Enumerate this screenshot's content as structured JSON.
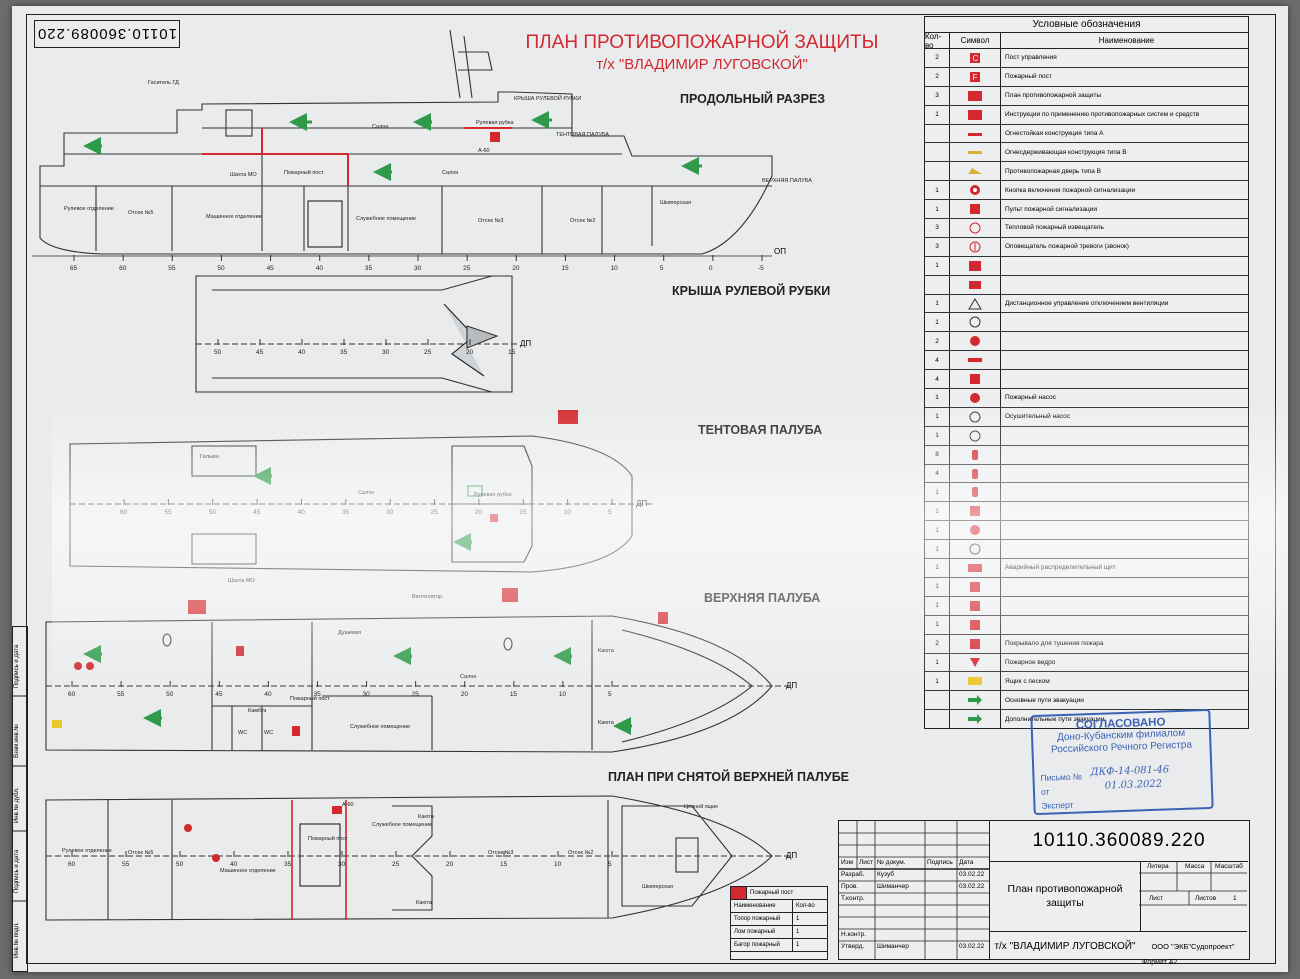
{
  "sheet": {
    "top_code": "10110.360089.220",
    "title_line1": "ПЛАН ПРОТИВОПОЖАРНОЙ ЗАЩИТЫ",
    "title_line2": "т/х \"ВЛАДИМИР ЛУГОВСКОЙ\"",
    "colors": {
      "accent_red": "#d2282e",
      "stamp_blue": "#3b63b4",
      "line": "#222222",
      "arrow_green": "#2f9a4a"
    }
  },
  "views": {
    "longitudinal": "ПРОДОЛЬНЫЙ РАЗРЕЗ",
    "wheelhouse_roof": "КРЫША РУЛЕВОЙ РУБКИ",
    "awning_deck": "ТЕНТОВАЯ ПАЛУБА",
    "upper_deck": "ВЕРХНЯЯ ПАЛУБА",
    "lower_plan": "ПЛАН ПРИ СНЯТОЙ ВЕРХНЕЙ ПАЛУБЕ"
  },
  "drawing_labels": {
    "dp": "ДП",
    "op": "ОП",
    "frames_long": [
      "65",
      "60",
      "55",
      "50",
      "45",
      "40",
      "35",
      "30",
      "25",
      "20",
      "15",
      "10",
      "5",
      "0",
      "-5"
    ],
    "frames_roof": [
      "50",
      "45",
      "40",
      "35",
      "30",
      "25",
      "20",
      "15"
    ],
    "frames_awning": [
      "60",
      "55",
      "50",
      "45",
      "40",
      "35",
      "30",
      "25",
      "20",
      "15",
      "10",
      "5"
    ],
    "frames_upper": [
      "60",
      "55",
      "50",
      "45",
      "40",
      "35",
      "30",
      "25",
      "20",
      "15",
      "10",
      "5"
    ],
    "frames_lower": [
      "60",
      "55",
      "50",
      "40",
      "35",
      "30",
      "25",
      "20",
      "15",
      "10",
      "5"
    ],
    "longitudinal_labels": {
      "steering_compartment": "Рулевое отделение",
      "compartment_1": "Отсек №5",
      "engine_room": "Машинное отделение",
      "shaft": "Шахта МО",
      "fire_station_room": "Пожарный пост",
      "salon": "Салон",
      "wheelhouse": "Рулевая рубка",
      "awning_deck": "ТЕНТОВАЯ ПАЛУБА",
      "wheelhouse_roof": "КРЫША РУЛЕВОЙ РУБКИ",
      "upper_deck": "ВЕРХНЯЯ ПАЛУБА",
      "service_room": "Служебное помещение",
      "compartment_2": "Отсек №3",
      "compartment_3": "Отсек №2",
      "chain_box": "Шкиперская",
      "bulkhead": "A-60",
      "fire_extinguisher": "Гаситель ГД"
    },
    "awning_labels": {
      "salon": "Салон",
      "wheelhouse": "Рулевая рубка",
      "shaft": "Шахта МО",
      "toilet": "Гальюн"
    },
    "upper_labels": {
      "salon": "Салон",
      "cabin": "Каюта",
      "wc": "WC",
      "shower": "Душевая",
      "galley": "Камбуз",
      "fire_station": "Пожарный пост",
      "service_room": "Служебное помещение",
      "ventilation": "Вентилятор"
    },
    "lower_labels": {
      "steering": "Рулевое отделение",
      "compartment_5": "Отсек №5",
      "engine_room": "Машинное отделение",
      "fire_station": "Пожарный пост",
      "service": "Служебное помещение",
      "compartment_3": "Отсек №3",
      "compartment_2": "Отсек №2",
      "cabin": "Каюта",
      "chain_box": "Цепной ящик",
      "skipper": "Шкиперская",
      "bulkhead": "A-60"
    }
  },
  "legend": {
    "title": "Условные обозначения",
    "col_qty": "Кол-во",
    "col_symbol": "Символ",
    "col_name": "Наименование",
    "rows": [
      {
        "qty": "2",
        "name": "Пост управления",
        "icon": "control-post-icon"
      },
      {
        "qty": "2",
        "name": "Пожарный пост",
        "icon": "fire-post-icon"
      },
      {
        "qty": "3",
        "name": "План противопожарной защиты",
        "icon": "fire-plan-icon"
      },
      {
        "qty": "1",
        "name": "Инструкции по применению противопожарных систем и средств",
        "icon": "instructions-icon"
      },
      {
        "qty": "",
        "name": "Огнестойкая конструкция типа А",
        "icon": "fire-resistant-a-icon"
      },
      {
        "qty": "",
        "name": "Огнесдерживающая конструкция типа В",
        "icon": "fire-retardant-b-icon"
      },
      {
        "qty": "",
        "name": "Противопожарная дверь типа В",
        "icon": "fire-door-b-icon"
      },
      {
        "qty": "1",
        "name": "Кнопка включения пожарной сигнализации",
        "icon": "alarm-button-icon"
      },
      {
        "qty": "1",
        "name": "Пульт пожарной сигнализации",
        "icon": "alarm-panel-icon"
      },
      {
        "qty": "3",
        "name": "Тепловой пожарный извещатель",
        "icon": "heat-detector-icon"
      },
      {
        "qty": "3",
        "name": "Оповещатель пожарной тревоги (звонок)",
        "icon": "fire-bell-icon"
      },
      {
        "qty": "1",
        "name": "",
        "icon": "remote-control-icon"
      },
      {
        "qty": "",
        "name": "",
        "icon": "vent-closure-icon"
      },
      {
        "qty": "1",
        "name": "Дистанционное управление отключением вентиляции",
        "icon": "vent-off-icon"
      },
      {
        "qty": "1",
        "name": "",
        "icon": "electric-fan-icon"
      },
      {
        "qty": "2",
        "name": "",
        "icon": "fire-damper-icon"
      },
      {
        "qty": "4",
        "name": "",
        "icon": "fire-pipe-icon"
      },
      {
        "qty": "4",
        "name": "",
        "icon": "hose-box-icon"
      },
      {
        "qty": "1",
        "name": "Пожарный насос",
        "icon": "fire-pump-icon"
      },
      {
        "qty": "1",
        "name": "Осушительный насос",
        "icon": "bilge-pump-icon"
      },
      {
        "qty": "1",
        "name": "",
        "icon": "emergency-bilge-pump-icon"
      },
      {
        "qty": "8",
        "name": "",
        "icon": "powder-extinguisher-icon"
      },
      {
        "qty": "4",
        "name": "",
        "icon": "co2-extinguisher-icon"
      },
      {
        "qty": "1",
        "name": "",
        "icon": "foam-extinguisher-icon"
      },
      {
        "qty": "1",
        "name": "",
        "icon": "aerosol-room-icon"
      },
      {
        "qty": "1",
        "name": "",
        "icon": "siren-icon"
      },
      {
        "qty": "1",
        "name": "",
        "icon": "emergency-battery-icon"
      },
      {
        "qty": "1",
        "name": "Аварийный распределительный щит",
        "icon": "switchboard-icon"
      },
      {
        "qty": "1",
        "name": "",
        "icon": "remote-system-icon"
      },
      {
        "qty": "1",
        "name": "",
        "icon": "co2-room-icon"
      },
      {
        "qty": "1",
        "name": "",
        "icon": "co2-station-icon"
      },
      {
        "qty": "2",
        "name": "Покрывало для тушения пожара",
        "icon": "fire-blanket-icon"
      },
      {
        "qty": "1",
        "name": "Пожарное ведро",
        "icon": "fire-bucket-icon"
      },
      {
        "qty": "1",
        "name": "Ящик с песком",
        "icon": "sand-box-icon"
      },
      {
        "qty": "",
        "name": "Основные пути эвакуации",
        "icon": "main-evac-arrow-icon"
      },
      {
        "qty": "",
        "name": "Дополнительные пути эвакуации",
        "icon": "extra-evac-arrow-icon"
      }
    ]
  },
  "approval": {
    "line1": "СОГЛАСОВАНО",
    "line2": "Доно-Кубанским филиалом",
    "line3": "Российского Речного Регистра",
    "letter_label": "Письмо №",
    "letter_no": "ДКФ-14-081-46",
    "date_label": "от",
    "date_value": "01.03.2022",
    "expert_label": "Эксперт"
  },
  "title_block": {
    "code": "10110.360089.220",
    "name": "План противопожарной защиты",
    "ship": "т/х \"ВЛАДИМИР ЛУГОВСКОЙ\"",
    "org": "ООО \"ЭКБ\"Судопроект\"",
    "col_headers": [
      "Изм",
      "Лист",
      "№ докум.",
      "Подпись",
      "Дата"
    ],
    "roles": [
      {
        "role": "Разраб.",
        "name": "Кузуб",
        "date": "03.02.22"
      },
      {
        "role": "Пров.",
        "name": "Шиманчер",
        "date": "03.02.22"
      },
      {
        "role": "Т.контр.",
        "name": "",
        "date": ""
      },
      {
        "role": "",
        "name": "",
        "date": ""
      },
      {
        "role": "Н.контр.",
        "name": "",
        "date": ""
      },
      {
        "role": "Утверд.",
        "name": "Шиманчер",
        "date": "03.02.22"
      }
    ],
    "lit_label": "Литера",
    "mass_label": "Масса",
    "scale_label": "Масштаб",
    "sheet_label": "Лист",
    "sheets_label": "Листов",
    "sheets_value": "1",
    "format": "Формат A2"
  },
  "station_table": {
    "title": "Пожарный пост",
    "col_name": "Наименование",
    "col_qty": "Кол-во",
    "rows": [
      {
        "name": "Топор пожарный",
        "qty": "1"
      },
      {
        "name": "Лом пожарный",
        "qty": "1"
      },
      {
        "name": "Багор пожарный",
        "qty": "1"
      }
    ]
  },
  "side_columns": [
    "Подпись и дата",
    "Взам.инв.№",
    "Инв.№ дубл.",
    "Подпись и дата",
    "Инв.№ подл."
  ]
}
